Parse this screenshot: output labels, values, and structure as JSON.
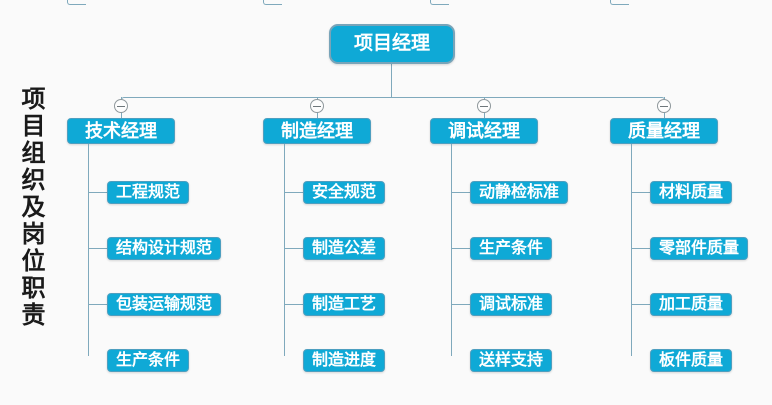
{
  "title": {
    "text": "项目组织及岗位职责"
  },
  "root": {
    "label": "项目经理"
  },
  "branches": [
    {
      "label": "技术经理",
      "children": [
        "工程规范",
        "结构设计规范",
        "包装运输规范",
        "生产条件"
      ]
    },
    {
      "label": "制造经理",
      "children": [
        "安全规范",
        "制造公差",
        "制造工艺",
        "制造进度"
      ]
    },
    {
      "label": "调试经理",
      "children": [
        "动静检标准",
        "生产条件",
        "调试标准",
        "送样支持"
      ]
    },
    {
      "label": "质量经理",
      "children": [
        "材料质量",
        "零部件质量",
        "加工质量",
        "板件质量"
      ]
    }
  ],
  "icons": {
    "collapse": "minus-circle-icon"
  },
  "colors": {
    "node_fill": "#0fa9d6",
    "node_border": "#4d9fc0",
    "root_border": "#78a4b9",
    "connector_line": "#7fa9bc",
    "background": "#fafafa",
    "node_text": "#ffffff",
    "title_text": "#1a1a1a"
  }
}
